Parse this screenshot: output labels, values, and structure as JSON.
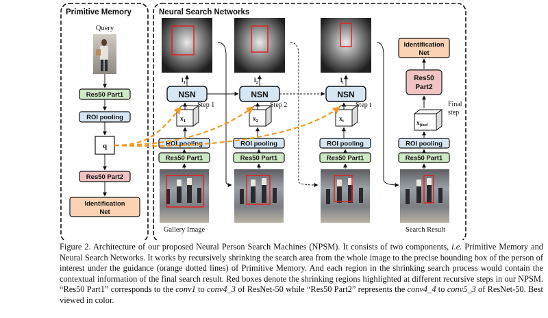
{
  "panels": {
    "primitive_memory": "Primitive Memory",
    "neural_search": "Neural Search Networks"
  },
  "memory": {
    "query_label": "Query",
    "res50_part1": "Res50 Part1",
    "roi_pooling": "ROI pooling",
    "q_label": "q",
    "res50_part2": "Res50 Part2",
    "identification_net": [
      "Identification",
      "Net"
    ]
  },
  "steps": [
    {
      "nsn": "NSN",
      "step_label": "Step 1",
      "l": "l",
      "l_sub": "1",
      "x": "x",
      "x_sub": "1",
      "roi": "ROI pooling",
      "res": "Res50 Part1"
    },
    {
      "nsn": "NSN",
      "step_label": "Step 2",
      "l": "l",
      "l_sub": "2",
      "x": "x",
      "x_sub": "2",
      "roi": "ROI pooling",
      "res": "Res50 Part1"
    },
    {
      "nsn": "NSN",
      "step_label": "Step t",
      "l": "l",
      "l_sub": "t",
      "x": "x",
      "x_sub": "t",
      "roi": "ROI pooling",
      "res": "Res50 Part1"
    }
  ],
  "final": {
    "identification_net": [
      "Identification",
      "Net"
    ],
    "res50_part2": [
      "Res50",
      "Part2"
    ],
    "step_label": [
      "Final",
      "step"
    ],
    "x": "x",
    "x_sub": "final",
    "roi": "ROI pooling",
    "res": "Res50 Part1"
  },
  "gallery_label": "Gallery Image",
  "search_result_label": "Search Result",
  "caption": {
    "p1": "Figure 2. Architecture of our proposed Neural Person Search Machines (NPSM). It consists of two components, ",
    "ie": "i.e.",
    "p2": " Primitive Memory and Neural Search Networks. It works by recursively shrinking the search area from the whole image to the precise bounding box of the person of interest under the guidance (orange dotted lines) of Primitive Memory. And each region in the shrinking search process would contain the contextual information of the final search result. Red boxes denote the shrinking regions highlighted at different recursive steps in our NPSM. “Res50 Part1” corresponds to the ",
    "conv1": "conv1",
    "p3": " to ",
    "conv4_3": "conv4_3",
    "p4": " of ResNet-50 while “Res50 Part2” represents the ",
    "conv4_4": "conv4_4",
    "p5": " to ",
    "conv5_3": "conv5_3",
    "p6": " of ResNet-50. Best viewed in color."
  },
  "colors": {
    "green": "#cfe8c5",
    "blue": "#d6e6f3",
    "pink": "#f1c3c3",
    "peach": "#fbd3b4",
    "orange": "#f29a26",
    "red": "#e02020"
  }
}
